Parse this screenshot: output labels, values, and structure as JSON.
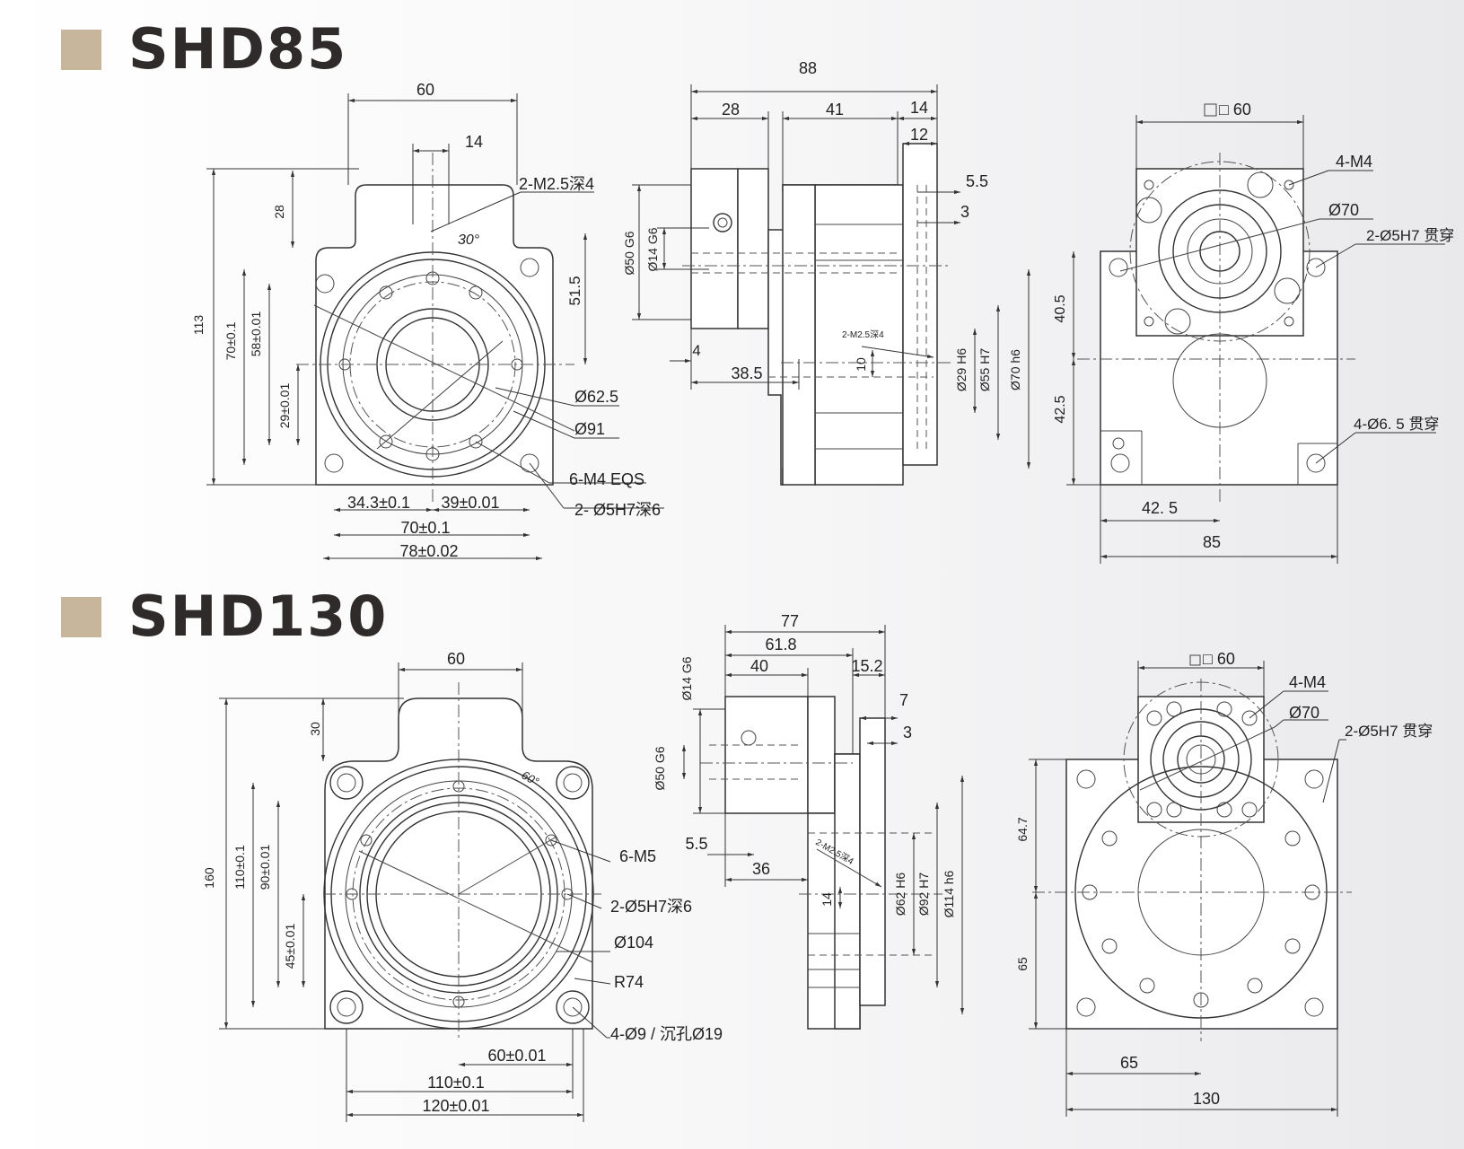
{
  "sections": [
    {
      "title": "SHD85",
      "front": {
        "dims": [
          "60",
          "14",
          "28",
          "2-M2.5深4",
          "30°",
          "113",
          "70±0.1",
          "58±0.01",
          "29±0.01",
          "51.5",
          "Ø62.5",
          "Ø91",
          "6-M4 EQS",
          "2- Ø5H7深6",
          "34.3±0.1",
          "39±0.01",
          "70±0.1",
          "78±0.02"
        ]
      },
      "side": {
        "dims": [
          "88",
          "28",
          "41",
          "14",
          "12",
          "5.5",
          "3",
          "Ø50 G6",
          "Ø14 G6",
          "4",
          "38.5",
          "2-M2.5深4",
          "10",
          "Ø29 H6",
          "Ø55 H7",
          "Ø70 h6"
        ]
      },
      "back": {
        "dims": [
          "□ 60",
          "4-M4",
          "Ø70",
          "2-Ø5H7 贯穿",
          "40.5",
          "42.5",
          "4-Ø6. 5 贯穿",
          "42. 5",
          "85"
        ]
      }
    },
    {
      "title": "SHD130",
      "front": {
        "dims": [
          "60",
          "30",
          "60°",
          "160",
          "110±0.1",
          "90±0.01",
          "45±0.01",
          "6-M5",
          "2-Ø5H7深6",
          "Ø104",
          "R74",
          "4-Ø9 / 沉孔Ø19",
          "60±0.01",
          "110±0.1",
          "120±0.01"
        ]
      },
      "side": {
        "dims": [
          "77",
          "61.8",
          "40",
          "15.2",
          "7",
          "3",
          "Ø14 G6",
          "Ø50 G6",
          "5.5",
          "36",
          "2-M2.5深4",
          "14",
          "Ø62 H6",
          "Ø92 H7",
          "Ø114 h6"
        ]
      },
      "back": {
        "dims": [
          "□ 60",
          "4-M4",
          "Ø70",
          "2-Ø5H7 贯穿",
          "64.7",
          "65",
          "65",
          "130"
        ]
      }
    }
  ]
}
